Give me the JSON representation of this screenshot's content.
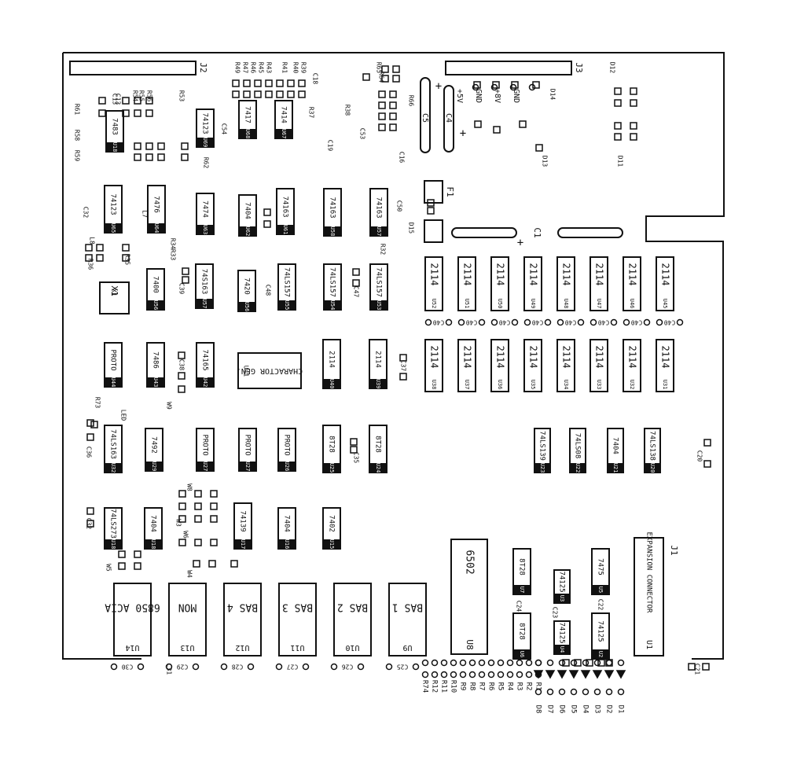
{
  "board": {
    "connector_labels": {
      "j1": "J1",
      "j2": "J2",
      "j3": "J3",
      "expansion_connector": "EXPANSION CONNECTOR"
    },
    "power_labels": [
      "+5V",
      "GND",
      "+8V",
      "GND"
    ],
    "polarity_marks": [
      "+",
      "+",
      "+"
    ],
    "components": {
      "C1": "C1",
      "C4": "C4",
      "C5": "C5",
      "F1": "F1",
      "L7": "L7",
      "L8": "L8",
      "X1": "X1",
      "U16": "U16",
      "U1": "U1",
      "U2": "U2",
      "U3": "U3",
      "U4": "U4",
      "U5": "U5",
      "U6": "U6",
      "U8": "U8",
      "U9": "U9",
      "U10": "U10",
      "U11": "U11",
      "U12": "U12",
      "U13": "U13",
      "U14": "U14"
    },
    "row_resistors": [
      "R1",
      "R2",
      "R3",
      "R4",
      "R5",
      "R6",
      "R7",
      "R8",
      "R9",
      "R10",
      "R11",
      "R12",
      "R74"
    ],
    "row_diodes": [
      "D1",
      "D2",
      "D3",
      "D4",
      "D5",
      "D6",
      "D7",
      "D8"
    ],
    "row_capacitors": [
      "C25",
      "C26",
      "C27",
      "C28",
      "C29",
      "C30"
    ],
    "chips": [
      {
        "ref": "U18",
        "part": "7483"
      },
      {
        "ref": "U69",
        "part": "74123"
      },
      {
        "ref": "U68",
        "part": "7417"
      },
      {
        "ref": "U67",
        "part": "7414"
      },
      {
        "ref": "U65",
        "part": "74123"
      },
      {
        "ref": "U64",
        "part": "7476"
      },
      {
        "ref": "U63",
        "part": "7474"
      },
      {
        "ref": "U62",
        "part": "7404"
      },
      {
        "ref": "U61",
        "part": "74163"
      },
      {
        "ref": "U58",
        "part": "74163"
      },
      {
        "ref": "U57",
        "part": "74163"
      },
      {
        "ref": "U56",
        "part": "7400"
      },
      {
        "ref": "U57",
        "part": "74S163"
      },
      {
        "ref": "U56",
        "part": "7420"
      },
      {
        "ref": "U55",
        "part": "74LS157"
      },
      {
        "ref": "U54",
        "part": "74LS157"
      },
      {
        "ref": "U53",
        "part": "74LS157"
      },
      {
        "ref": "U44",
        "part": "PROTO"
      },
      {
        "ref": "U43",
        "part": "7486"
      },
      {
        "ref": "U42",
        "part": "74165"
      },
      {
        "ref": "U41",
        "part": "CHARACTOR GEN."
      },
      {
        "ref": "U40",
        "part": "2114"
      },
      {
        "ref": "U39",
        "part": "2114"
      },
      {
        "ref": "U32",
        "part": "74LS163"
      },
      {
        "ref": "U29",
        "part": "7492"
      },
      {
        "ref": "U27",
        "part": "PROTO"
      },
      {
        "ref": "U27",
        "part": "PROTO"
      },
      {
        "ref": "U26",
        "part": "PROTO"
      },
      {
        "ref": "U25",
        "part": "8T28"
      },
      {
        "ref": "U24",
        "part": "8T28"
      },
      {
        "ref": "U18",
        "part": "74LS273"
      },
      {
        "ref": "U18",
        "part": "7404"
      },
      {
        "ref": "U17",
        "part": "74139"
      },
      {
        "ref": "U16",
        "part": "7404"
      },
      {
        "ref": "U15",
        "part": "7402"
      },
      {
        "ref": "U23",
        "part": "74LS139"
      },
      {
        "ref": "U22",
        "part": "74LS08"
      },
      {
        "ref": "U21",
        "part": "7404"
      },
      {
        "ref": "U20",
        "part": "74LS138"
      },
      {
        "ref": "U7",
        "part": "8T28"
      },
      {
        "ref": "U3",
        "part": "74125"
      },
      {
        "ref": "U5",
        "part": "7475"
      },
      {
        "ref": "U6",
        "part": "8T28"
      },
      {
        "ref": "U4",
        "part": "74125"
      },
      {
        "ref": "U2",
        "part": "74125"
      },
      {
        "ref": "U8",
        "part": "6502"
      }
    ],
    "ram_top": [
      {
        "ref": "U52",
        "part": "2114"
      },
      {
        "ref": "U51",
        "part": "2114"
      },
      {
        "ref": "U50",
        "part": "2114"
      },
      {
        "ref": "U49",
        "part": "2114"
      },
      {
        "ref": "U48",
        "part": "2114"
      },
      {
        "ref": "U47",
        "part": "2114"
      },
      {
        "ref": "U46",
        "part": "2114"
      },
      {
        "ref": "U45",
        "part": "2114"
      }
    ],
    "ram_bottom": [
      {
        "ref": "U38",
        "part": "2114"
      },
      {
        "ref": "U37",
        "part": "2114"
      },
      {
        "ref": "U36",
        "part": "2114"
      },
      {
        "ref": "U35",
        "part": "2114"
      },
      {
        "ref": "U34",
        "part": "2114"
      },
      {
        "ref": "U33",
        "part": "2114"
      },
      {
        "ref": "U32",
        "part": "2114"
      },
      {
        "ref": "U31",
        "part": "2114"
      }
    ],
    "rom_sockets": [
      {
        "ref": "U14",
        "part": "6850 ACIA"
      },
      {
        "ref": "U13",
        "part": "MON"
      },
      {
        "ref": "U12",
        "part": "BAS 4"
      },
      {
        "ref": "U11",
        "part": "BAS 3"
      },
      {
        "ref": "U10",
        "part": "BAS 2"
      },
      {
        "ref": "U9",
        "part": "BAS 1"
      }
    ],
    "cap_row_ram": [
      "C40",
      "C40",
      "C40",
      "C40",
      "C40",
      "C40",
      "C40",
      "C40"
    ],
    "misc_labels": [
      "R61",
      "R58",
      "R59",
      "C32",
      "L7",
      "L8",
      "R36",
      "X1",
      "C13",
      "R54",
      "R55",
      "R56",
      "R53",
      "C54",
      "R62",
      "R49",
      "R47",
      "R46",
      "R45",
      "R43",
      "R41",
      "R40",
      "R39",
      "R38",
      "R37",
      "C18",
      "C19",
      "R65",
      "R64",
      "R66",
      "C53",
      "C16",
      "D12",
      "D11",
      "D13",
      "D14",
      "D15",
      "C50",
      "R32",
      "R34",
      "R33",
      "R35",
      "C39",
      "C48",
      "C47",
      "C38",
      "C37",
      "C36",
      "C35",
      "C32",
      "R73",
      "LED",
      "W9",
      "W8",
      "W6",
      "W5",
      "W4",
      "W3",
      "C21",
      "C22",
      "C23",
      "C24",
      "C31",
      "C20",
      "C13"
    ]
  }
}
